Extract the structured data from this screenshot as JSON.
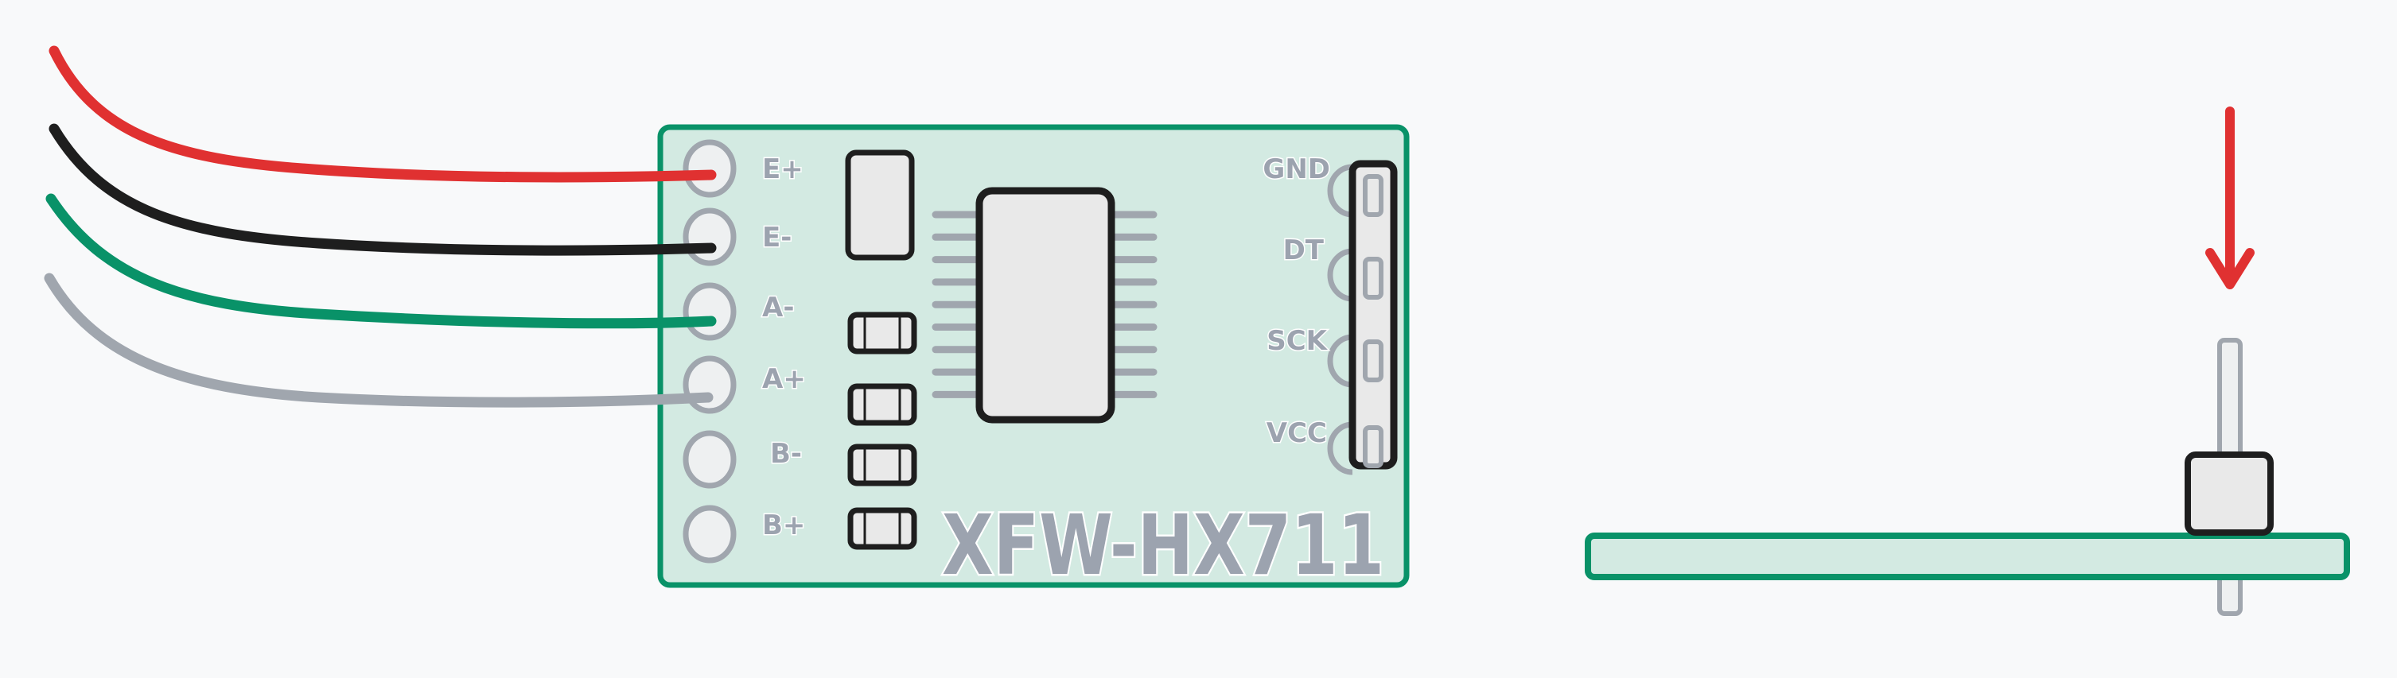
{
  "board": {
    "name": "XFW-HX711",
    "left_pins": [
      "E+",
      "E-",
      "A-",
      "A+",
      "B-",
      "B+"
    ],
    "right_pins": [
      "GND",
      "DT",
      "SCK",
      "VCC"
    ]
  },
  "wires": [
    {
      "pin": "E+",
      "color": "#e03131"
    },
    {
      "pin": "E-",
      "color": "#1e1e1e"
    },
    {
      "pin": "A-",
      "color": "#099268"
    },
    {
      "pin": "A+",
      "color": "#a0a6ae"
    }
  ],
  "colors": {
    "background": "#f8f9fa",
    "board_fill": "#d3eae2",
    "board_stroke": "#099268",
    "chip_fill": "#e9e9e9",
    "outline": "#1e1e1e",
    "pad": "#a0a6ae",
    "force_arrow": "#e03131"
  }
}
